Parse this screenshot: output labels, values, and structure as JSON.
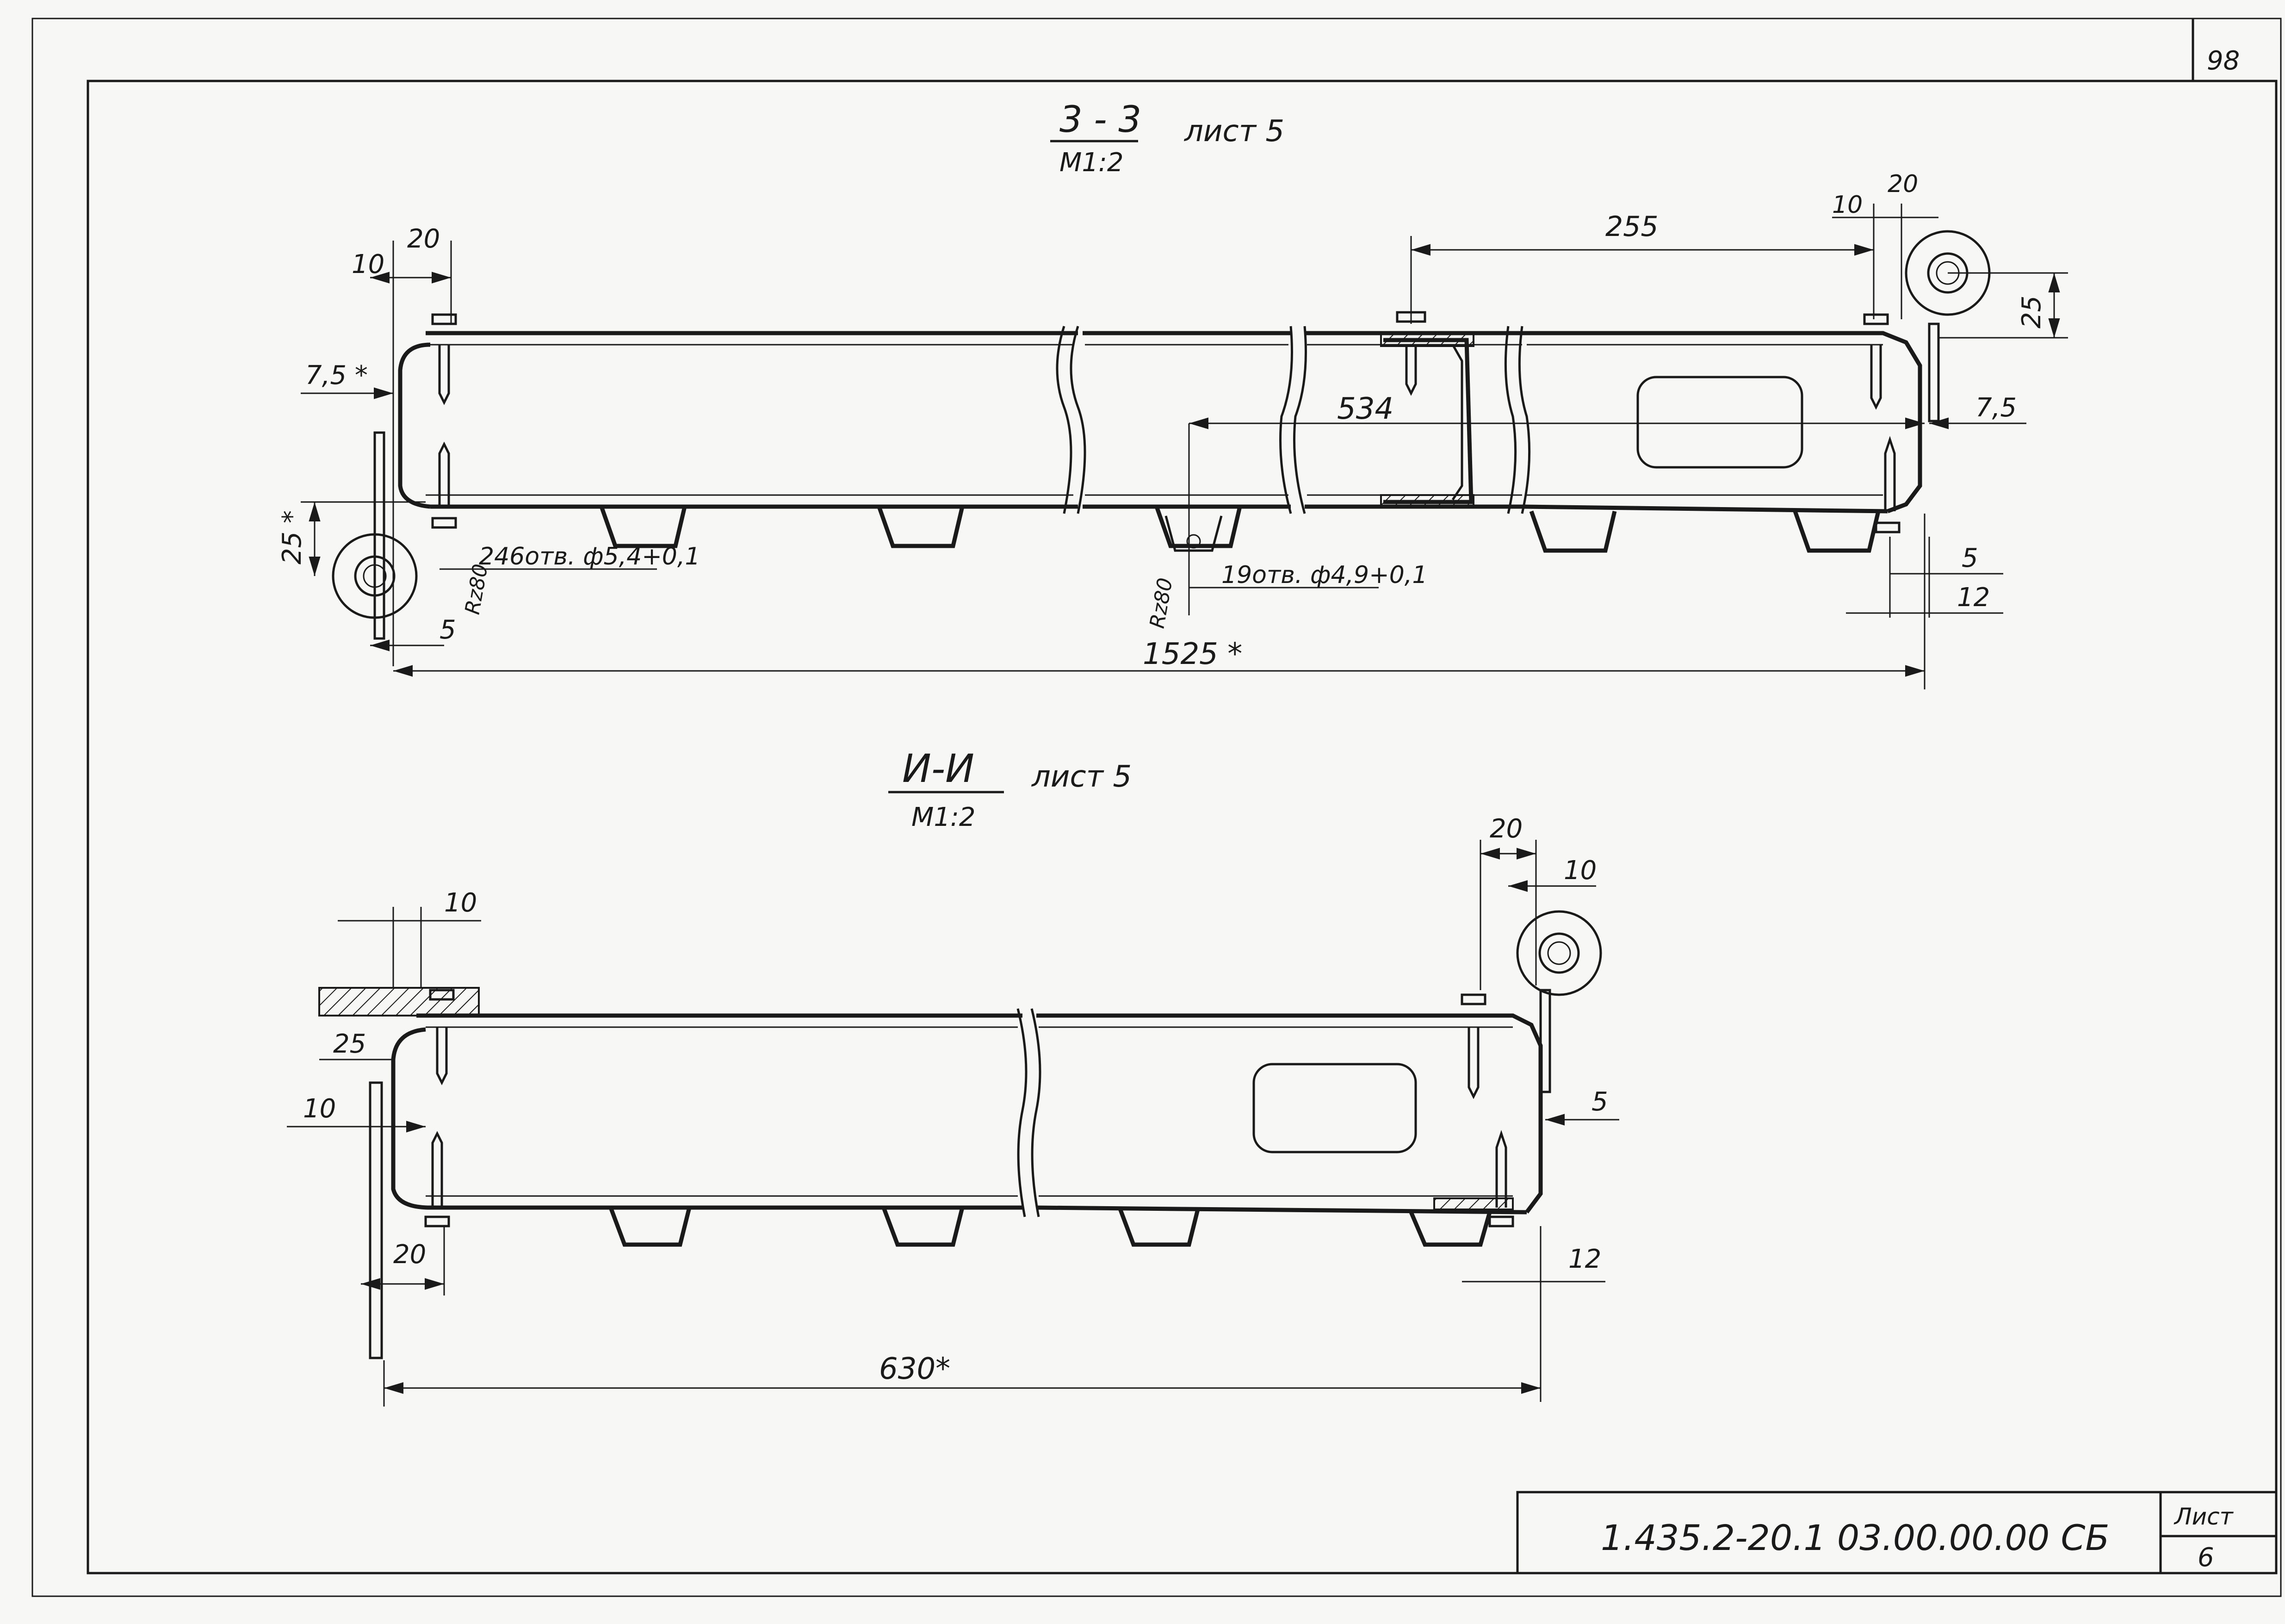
{
  "sheet_number_corner": "98",
  "section_33": {
    "label": "3 - 3",
    "scale": "М1:2",
    "ref": "лист 5",
    "dims": {
      "d10": "10",
      "d20": "20",
      "d7_5_star": "7,5 *",
      "d25_star": "25 *",
      "holes_246": "246отв. ф5,4+0,1",
      "rz_left": "Rz80",
      "d5": "5",
      "d255": "255",
      "d10r": "10",
      "d20r": "20",
      "d25": "25",
      "d534": "534",
      "d7_5": "7,5",
      "holes_19": "19отв. ф4,9+0,1",
      "rz_mid": "Rz80",
      "d5r": "5",
      "d12": "12",
      "d1525": "1525 *"
    }
  },
  "section_ii": {
    "label": "И-И",
    "scale": "М1:2",
    "ref": "лист 5",
    "dims": {
      "d10": "10",
      "d25": "25",
      "d10b": "10",
      "d20": "20",
      "d20r": "20",
      "d10r": "10",
      "d5": "5",
      "d12": "12",
      "d630": "630*"
    }
  },
  "title_block": {
    "doc_code": "1.435.2-20.1 03.00.00.00 СБ",
    "sheet_label": "Лист",
    "sheet_value": "6"
  }
}
